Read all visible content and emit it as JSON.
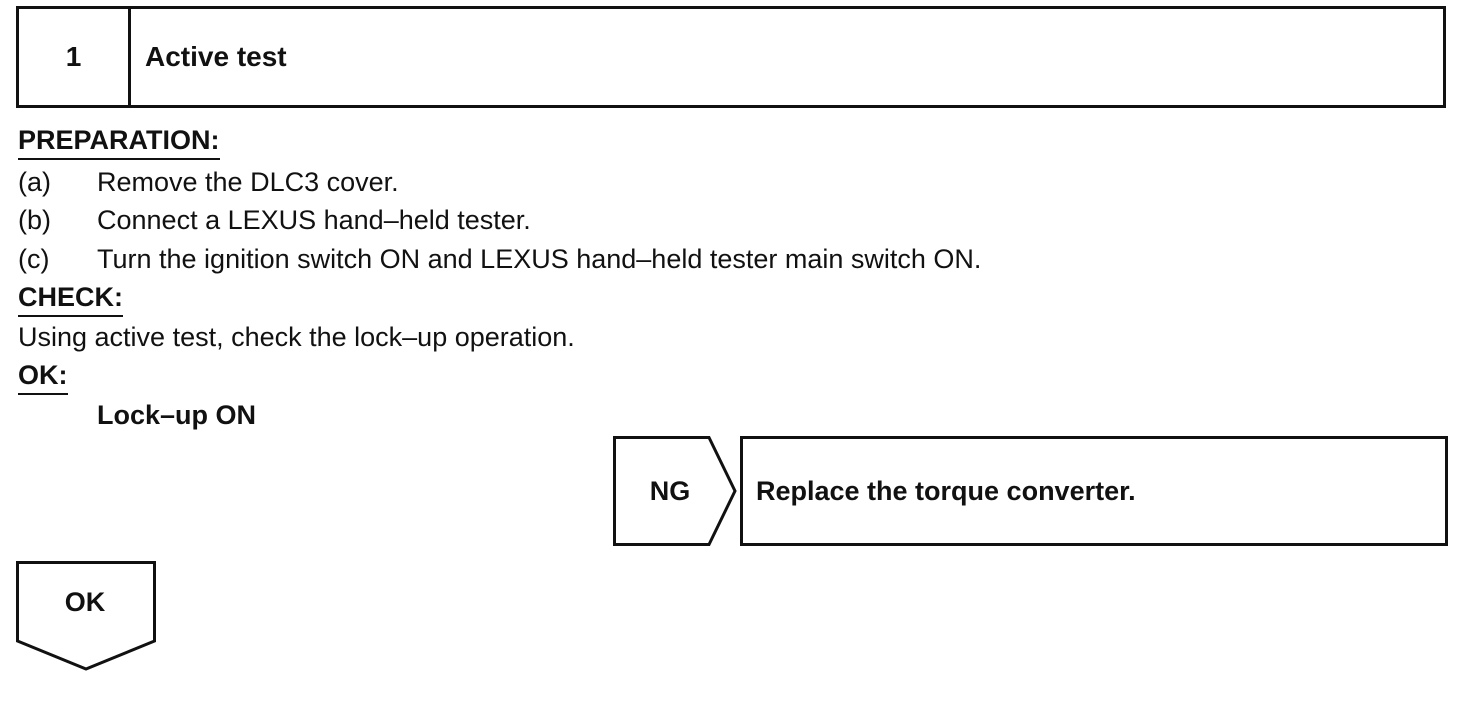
{
  "step": {
    "number": "1",
    "title": "Active test"
  },
  "preparation": {
    "heading": "PREPARATION:",
    "items": [
      {
        "letter": "(a)",
        "text": "Remove the DLC3 cover."
      },
      {
        "letter": "(b)",
        "text": "Connect a LEXUS hand–held tester."
      },
      {
        "letter": "(c)",
        "text": "Turn the ignition switch ON and LEXUS hand–held tester main switch ON."
      }
    ]
  },
  "check": {
    "heading": "CHECK:",
    "text": "Using active test, check the lock–up operation."
  },
  "ok_criteria": {
    "heading": "OK:",
    "result": "Lock–up ON"
  },
  "flow": {
    "ng_label": "NG",
    "ng_action": "Replace the torque converter.",
    "ok_label": "OK"
  }
}
